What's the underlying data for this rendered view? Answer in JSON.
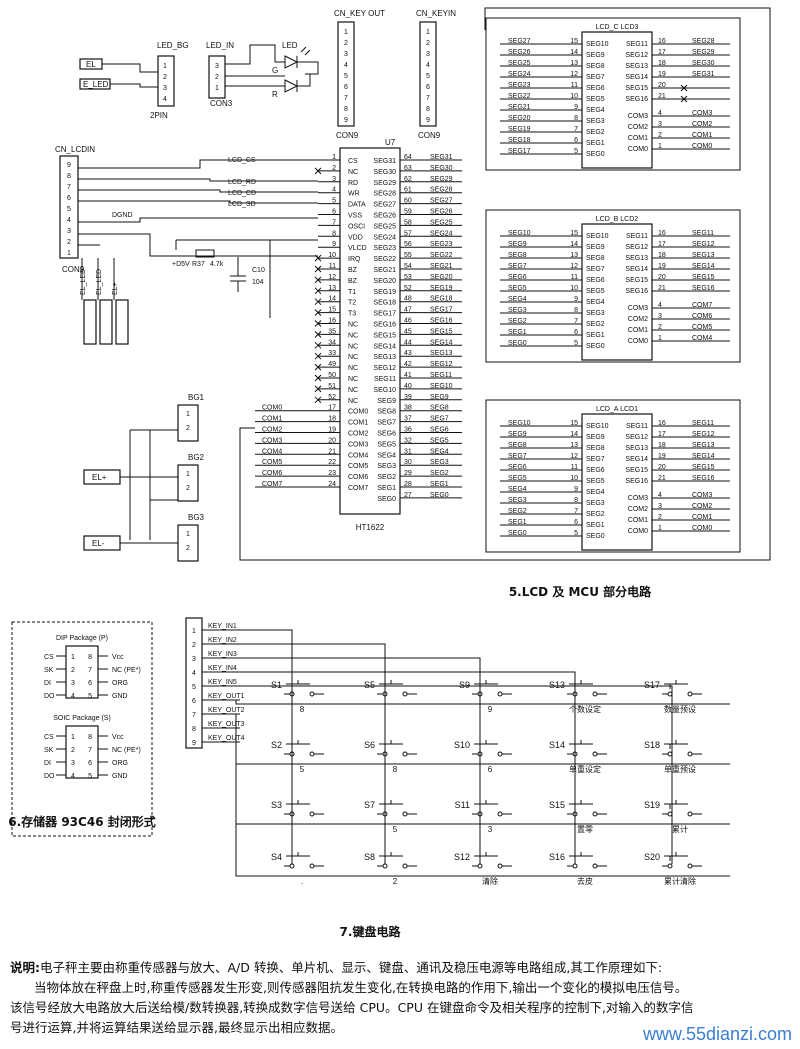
{
  "captions": {
    "lcd_mcu": "5.LCD 及 MCU 部分电路",
    "memory": "6.存储器 93C46 封闭形式",
    "keyboard": "7.键盘电路"
  },
  "connectors": {
    "led_bg": {
      "name": "LED_BG",
      "sub": "2PIN",
      "pins": [
        "1",
        "2",
        "3",
        "4"
      ],
      "nets": [
        "EL",
        "E_LED"
      ]
    },
    "led_in": {
      "name": "LED_IN",
      "sub": "CON3",
      "pins": [
        "3",
        "2",
        "1"
      ],
      "led": "LED",
      "g": "G",
      "r": "R"
    },
    "key_out": {
      "name": "CN_KEY OUT",
      "sub": "CON9",
      "pins": [
        "1",
        "2",
        "3",
        "4",
        "5",
        "6",
        "7",
        "8",
        "9"
      ]
    },
    "key_in": {
      "name": "CN_KEYIN",
      "sub": "CON9",
      "pins": [
        "1",
        "2",
        "3",
        "4",
        "5",
        "6",
        "7",
        "8",
        "9"
      ]
    },
    "lcd_in": {
      "name": "CN_LCDIN",
      "sub": "CON9",
      "pins": [
        "9",
        "8",
        "7",
        "6",
        "5",
        "4",
        "3",
        "2",
        "1"
      ],
      "legs": [
        "EL_LED",
        "EL_LED",
        "EL+"
      ],
      "legs2": [
        "EL_LED",
        "EL_LED",
        "EL+"
      ]
    }
  },
  "mcu": {
    "ref": "U7",
    "part": "HT1622",
    "left": [
      [
        "CS",
        "1"
      ],
      [
        "NC",
        "2"
      ],
      [
        "RD",
        "3"
      ],
      [
        "WR",
        "4"
      ],
      [
        "DATA",
        "5"
      ],
      [
        "VSS",
        "6"
      ],
      [
        "OSCI",
        "7"
      ],
      [
        "VDD",
        "8"
      ],
      [
        "VLCD",
        "9"
      ],
      [
        "IRQ",
        "10"
      ],
      [
        "BZ",
        "11"
      ],
      [
        "BZ",
        "12"
      ],
      [
        "T1",
        "13"
      ],
      [
        "T2",
        "14"
      ],
      [
        "T3",
        "15"
      ],
      [
        "NC",
        "16"
      ],
      [
        "NC",
        "35"
      ],
      [
        "NC",
        "34"
      ],
      [
        "NC",
        "33"
      ],
      [
        "NC",
        "49"
      ],
      [
        "NC",
        "50"
      ],
      [
        "NC",
        "51"
      ],
      [
        "NC",
        "52"
      ],
      [
        "COM0",
        "17"
      ],
      [
        "COM1",
        "18"
      ],
      [
        "COM2",
        "19"
      ],
      [
        "COM3",
        "20"
      ],
      [
        "COM4",
        "21"
      ],
      [
        "COM5",
        "22"
      ],
      [
        "COM6",
        "23"
      ],
      [
        "COM7",
        "24"
      ]
    ],
    "right": [
      [
        "SEG31",
        "64"
      ],
      [
        "SEG30",
        "63"
      ],
      [
        "SEG29",
        "62"
      ],
      [
        "SEG28",
        "61"
      ],
      [
        "SEG27",
        "60"
      ],
      [
        "SEG26",
        "59"
      ],
      [
        "SEG25",
        "58"
      ],
      [
        "SEG24",
        "57"
      ],
      [
        "SEG23",
        "56"
      ],
      [
        "SEG22",
        "55"
      ],
      [
        "SEG21",
        "54"
      ],
      [
        "SEG20",
        "53"
      ],
      [
        "SEG19",
        "52"
      ],
      [
        "SEG18",
        "48"
      ],
      [
        "SEG17",
        "47"
      ],
      [
        "SEG16",
        "46"
      ],
      [
        "SEG15",
        "45"
      ],
      [
        "SEG14",
        "44"
      ],
      [
        "SEG13",
        "43"
      ],
      [
        "SEG12",
        "42"
      ],
      [
        "SEG11",
        "41"
      ],
      [
        "SEG10",
        "40"
      ],
      [
        "SEG9",
        "39"
      ],
      [
        "SEG8",
        "38"
      ],
      [
        "SEG7",
        "37"
      ],
      [
        "SEG6",
        "36"
      ],
      [
        "SEG5",
        "32"
      ],
      [
        "SEG4",
        "31"
      ],
      [
        "SEG3",
        "30"
      ],
      [
        "SEG2",
        "29"
      ],
      [
        "SEG1",
        "28"
      ],
      [
        "SEG0",
        "27"
      ]
    ],
    "left_nets": [
      "LCD_CS",
      "LCD_RD",
      "LCD_CD",
      "LCD_SD",
      "DGND",
      "+D5V",
      "R37",
      "4.7k",
      "C10",
      "104"
    ]
  },
  "lcds": [
    {
      "title": "LCD_C LCD3",
      "nets": [
        "SEG27",
        "SEG26",
        "SEG25",
        "SEG24",
        "SEG23",
        "SEG22",
        "SEG21",
        "SEG20",
        "SEG19",
        "SEG18",
        "SEG17"
      ],
      "pinsL": [
        "15",
        "14",
        "13",
        "12",
        "11",
        "10",
        "9",
        "8",
        "7",
        "6",
        "5"
      ],
      "inL": [
        "SEG10",
        "SEG9",
        "SEG8",
        "SEG7",
        "SEG6",
        "SEG5",
        "SEG4",
        "SEG3",
        "SEG2",
        "SEG1",
        "SEG0"
      ],
      "inR": [
        "SEG11",
        "SEG12",
        "SEG13",
        "SEG14",
        "SEG15",
        "SEG16",
        "COM3",
        "COM2",
        "COM1",
        "COM0"
      ],
      "pinsR": [
        "16",
        "17",
        "18",
        "19",
        "20",
        "21",
        "4",
        "3",
        "2",
        "1"
      ],
      "netsR": [
        "SEG28",
        "SEG29",
        "SEG30",
        "SEG31",
        "",
        "",
        "COM3",
        "COM2",
        "COM1",
        "COM0"
      ]
    },
    {
      "title": "LCD_B LCD2",
      "nets": [
        "SEG10",
        "SEG9",
        "SEG8",
        "SEG7",
        "SEG6",
        "SEG5",
        "SEG4",
        "SEG3",
        "SEG2",
        "SEG1",
        "SEG0"
      ],
      "pinsL": [
        "15",
        "14",
        "13",
        "12",
        "11",
        "10",
        "9",
        "8",
        "7",
        "6",
        "5"
      ],
      "inL": [
        "SEG10",
        "SEG9",
        "SEG8",
        "SEG7",
        "SEG6",
        "SEG5",
        "SEG4",
        "SEG3",
        "SEG2",
        "SEG1",
        "SEG0"
      ],
      "inR": [
        "SEG11",
        "SEG12",
        "SEG13",
        "SEG14",
        "SEG15",
        "SEG16",
        "COM3",
        "COM2",
        "COM1",
        "COM0"
      ],
      "pinsR": [
        "16",
        "17",
        "18",
        "19",
        "20",
        "21",
        "4",
        "3",
        "2",
        "1"
      ],
      "netsR": [
        "SEG11",
        "SEG12",
        "SEG13",
        "SEG14",
        "SEG15",
        "SEG16",
        "COM7",
        "COM6",
        "COM5",
        "COM4"
      ]
    },
    {
      "title": "LCD_A LCD1",
      "nets": [
        "SEG10",
        "SEG9",
        "SEG8",
        "SEG7",
        "SEG6",
        "SEG5",
        "SEG4",
        "SEG3",
        "SEG2",
        "SEG1",
        "SEG0"
      ],
      "pinsL": [
        "15",
        "14",
        "13",
        "12",
        "11",
        "10",
        "9",
        "8",
        "7",
        "6",
        "5"
      ],
      "inL": [
        "SEG10",
        "SEG9",
        "SEG8",
        "SEG7",
        "SEG6",
        "SEG5",
        "SEG4",
        "SEG3",
        "SEG2",
        "SEG1",
        "SEG0"
      ],
      "inR": [
        "SEG11",
        "SEG12",
        "SEG13",
        "SEG14",
        "SEG15",
        "SEG16",
        "COM3",
        "COM2",
        "COM1",
        "COM0"
      ],
      "pinsR": [
        "16",
        "17",
        "18",
        "19",
        "20",
        "21",
        "4",
        "3",
        "2",
        "1"
      ],
      "netsR": [
        "SEG11",
        "SEG12",
        "SEG13",
        "SEG14",
        "SEG15",
        "SEG16",
        "COM3",
        "COM2",
        "COM1",
        "COM0"
      ]
    }
  ],
  "bg": {
    "names": [
      "BG1",
      "BG2",
      "BG3"
    ],
    "nets": [
      "EL+",
      "EL-"
    ],
    "pins": [
      "1",
      "2"
    ]
  },
  "memory": {
    "dip": {
      "title": "DIP Package (P)",
      "l": [
        [
          "CS",
          "1"
        ],
        [
          "SK",
          "2"
        ],
        [
          "DI",
          "3"
        ],
        [
          "DO",
          "4"
        ]
      ],
      "r": [
        [
          "Vcc",
          "8"
        ],
        [
          "NC (PE*)",
          "7"
        ],
        [
          "ORG",
          "6"
        ],
        [
          "GND",
          "5"
        ]
      ]
    },
    "soic": {
      "title": "SOIC Package (S)",
      "l": [
        [
          "CS",
          "1"
        ],
        [
          "SK",
          "2"
        ],
        [
          "DI",
          "3"
        ],
        [
          "DO",
          "4"
        ]
      ],
      "r": [
        [
          "Vcc",
          "8"
        ],
        [
          "NC (PE*)",
          "7"
        ],
        [
          "ORG",
          "6"
        ],
        [
          "GND",
          "5"
        ]
      ]
    }
  },
  "keyboard": {
    "pins": [
      "1",
      "2",
      "3",
      "4",
      "5",
      "6",
      "7",
      "8",
      "9"
    ],
    "nets": [
      "KEY_IN1",
      "KEY_IN2",
      "KEY_IN3",
      "KEY_IN4",
      "KEY_IN5",
      "KEY_OUT1",
      "KEY_OUT2",
      "KEY_OUT3",
      "KEY_OUT4"
    ],
    "switches": [
      [
        "S1",
        "8"
      ],
      [
        "S5",
        ""
      ],
      [
        "S9",
        "9"
      ],
      [
        "S13",
        "个数设定"
      ],
      [
        "S17",
        "数量预设"
      ],
      [
        "S2",
        "5"
      ],
      [
        "S6",
        "8"
      ],
      [
        "S10",
        "6"
      ],
      [
        "S14",
        "单重设定"
      ],
      [
        "S18",
        "单重预设"
      ],
      [
        "S3",
        ""
      ],
      [
        "S7",
        "5"
      ],
      [
        "S11",
        "3"
      ],
      [
        "S15",
        "置零"
      ],
      [
        "S19",
        "累计"
      ],
      [
        "S4",
        "."
      ],
      [
        "S8",
        "2"
      ],
      [
        "S12",
        "清除"
      ],
      [
        "S16",
        "去皮"
      ],
      [
        "S20",
        "累计清除"
      ]
    ]
  },
  "description": {
    "title": "说明:",
    "lines": [
      "电子秤主要由称重传感器与放大、A/D 转换、单片机、显示、键盘、通讯及稳压电源等电路组成,其工作原理如下:",
      "当物体放在秤盘上时,称重传感器发生形变,则传感器阻抗发生变化,在转换电路的作用下,输出一个变化的模拟电压信号。",
      "该信号经放大电路放大后送给模/数转换器,转换成数字信号送给 CPU。CPU 在键盘命令及相关程序的控制下,对输入的数字信",
      "号进行运算,并将运算结果送给显示器,最终显示出相应数据。"
    ]
  },
  "watermark": "www.55dianzi.com"
}
